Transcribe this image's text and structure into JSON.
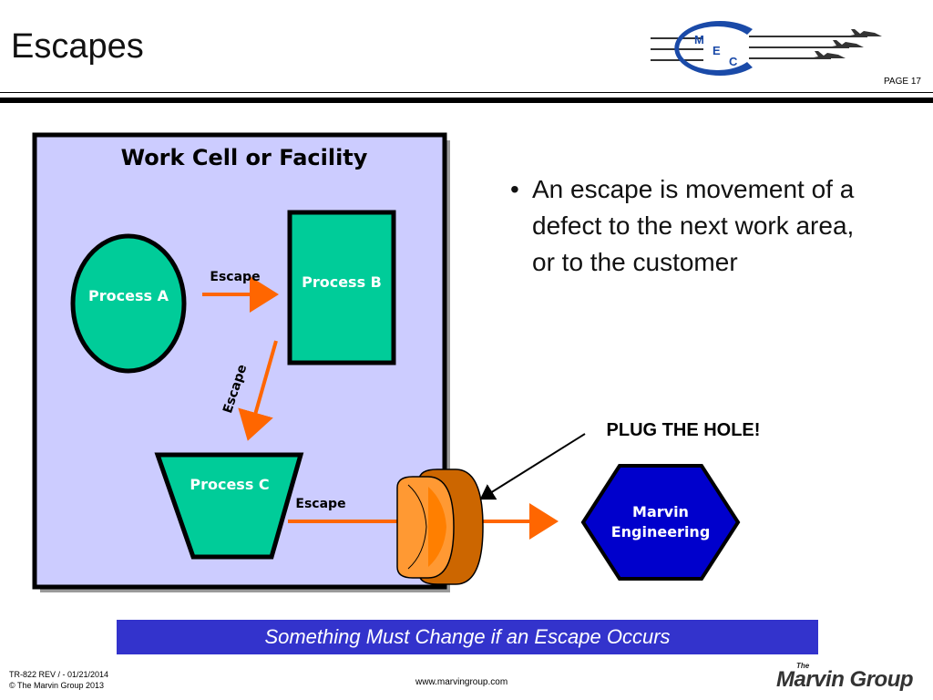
{
  "header": {
    "title": "Escapes",
    "page_label": "PAGE 17",
    "logo_letters": {
      "m": "M",
      "e": "E",
      "c": "C"
    }
  },
  "diagram": {
    "facility_title": "Work Cell or Facility",
    "process_a": "Process A",
    "process_b": "Process B",
    "process_c": "Process C",
    "escape_ab": "Escape",
    "escape_bc": "Escape",
    "escape_out": "Escape",
    "plug_label": "PLUG THE HOLE!",
    "marvin_line1": "Marvin",
    "marvin_line2": "Engineering",
    "colors": {
      "facility_fill": "#ccccff",
      "process_fill": "#00cc99",
      "arrow": "#ff6600",
      "plug_front": "#ff9933",
      "plug_back": "#cc6600",
      "hexagon_fill": "#0000cc"
    }
  },
  "bullet": {
    "symbol": "•",
    "text": "An escape is movement of a defect to the next work area, or to the customer"
  },
  "banner": {
    "text": "Something Must Change if an Escape Occurs",
    "color": "#3333cc"
  },
  "footer": {
    "rev": "TR-822 REV / - 01/21/2014",
    "copyright": "© The Marvin Group 2013",
    "url": "www.marvingroup.com",
    "logo_the": "The",
    "logo_name": "Marvin Group"
  }
}
